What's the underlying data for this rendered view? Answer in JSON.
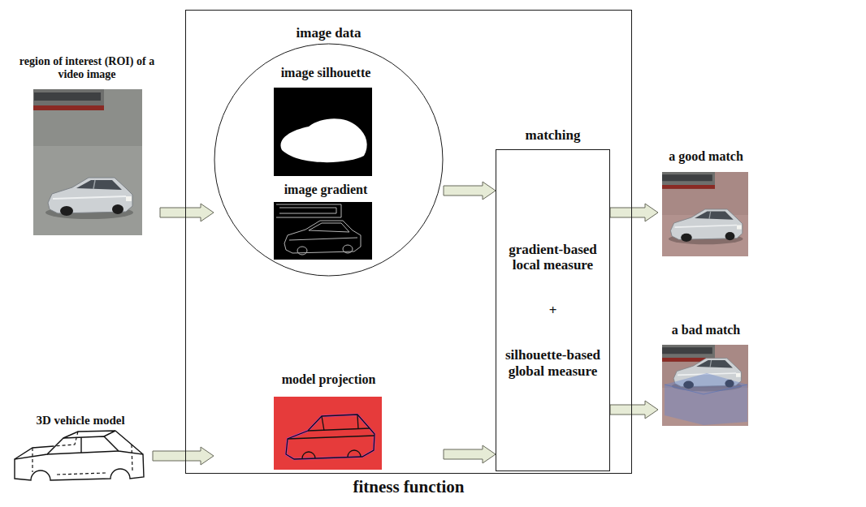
{
  "diagram": {
    "nodes": [
      {
        "text": [
          "region of interest (ROI) of a video image"
        ]
      },
      {
        "text": [
          "fitness function"
        ]
      },
      {
        "text": [
          "image data"
        ],
        "in": 1
      },
      {
        "text": [
          "image silhouette"
        ],
        "in": 2
      },
      {
        "text": [
          "image gradient"
        ],
        "in": 2
      },
      {
        "text": [
          "model projection"
        ],
        "in": 1
      },
      {
        "text": [
          "matching",
          "gradient-based local measure",
          "+",
          "silhouette-based global measure"
        ],
        "in": 1
      },
      {
        "text": [
          "3D vehicle model"
        ]
      },
      {
        "text": [
          "a good match"
        ]
      },
      {
        "text": [
          "a bad match"
        ]
      }
    ],
    "edges": [
      {
        "from": 0,
        "to": 2,
        "arrow": "to"
      },
      {
        "from": 2,
        "to": 6,
        "arrow": "to"
      },
      {
        "from": 7,
        "to": 5,
        "arrow": "to"
      },
      {
        "from": 5,
        "to": 6,
        "arrow": "to"
      },
      {
        "from": 6,
        "to": 8,
        "arrow": "to"
      },
      {
        "from": 6,
        "to": 9,
        "arrow": "to"
      }
    ]
  }
}
